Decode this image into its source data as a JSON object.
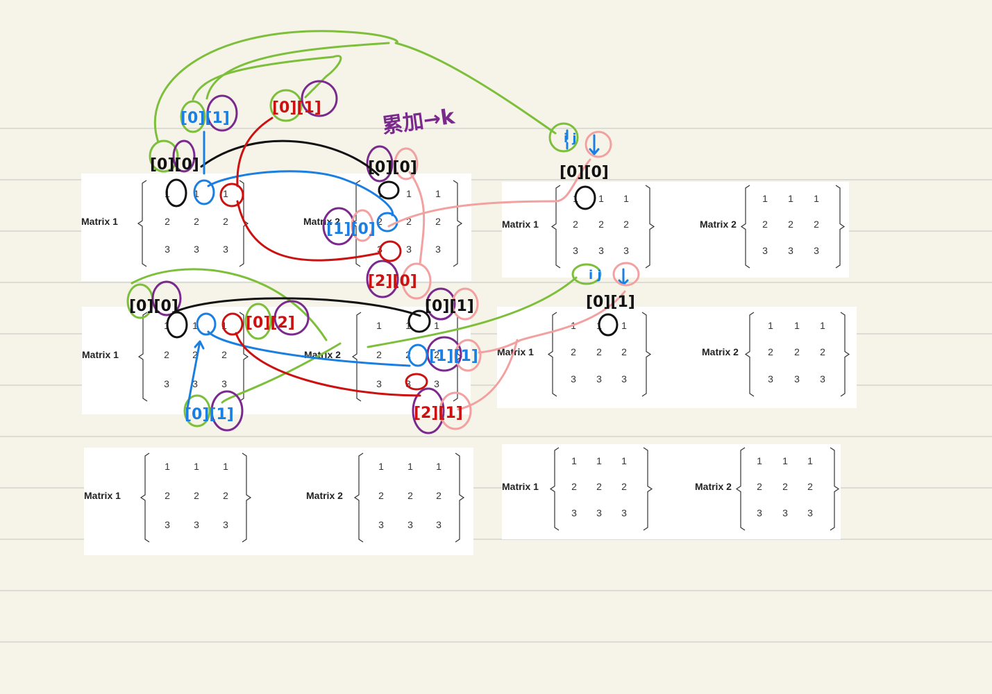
{
  "notebook": {
    "line_count": 11
  },
  "matrix_label_1": "Matrix 1",
  "matrix_label_2": "Matrix 2",
  "matrix_values": [
    [
      "1",
      "1",
      "1"
    ],
    [
      "2",
      "2",
      "2"
    ],
    [
      "3",
      "3",
      "3"
    ]
  ],
  "annotation": {
    "note_text": "累加→k",
    "index_marks": {
      "row1_m1_top": "[0][0]",
      "row1_m1_blue": "[0][1]",
      "row1_m1_red": "[0][1]",
      "row1_m2_top": "[0][0]",
      "row1_m2_left": "[1][0]",
      "row1_m2_bottom": "[2][0]",
      "row1_result": "[0][0]",
      "row1_result_ij": "i j",
      "row2_m1_top": "[0][0]",
      "row2_m1_red": "[0][2]",
      "row2_m1_blue": "[0][1]",
      "row2_m2_top": "[0][1]",
      "row2_m2_mid": "[1][1]",
      "row2_m2_bottom": "[2][1]",
      "row2_result": "[0][1]",
      "row2_result_ij": "i j"
    }
  },
  "colors": {
    "page": "#f6f4e9",
    "black_ink": "#111111",
    "blue_ink": "#1a7fe0",
    "red_ink": "#cc1111",
    "green_ink": "#7dbf3a",
    "purple_ink": "#7a2a8c",
    "pink_ink": "#f2a0a0"
  }
}
